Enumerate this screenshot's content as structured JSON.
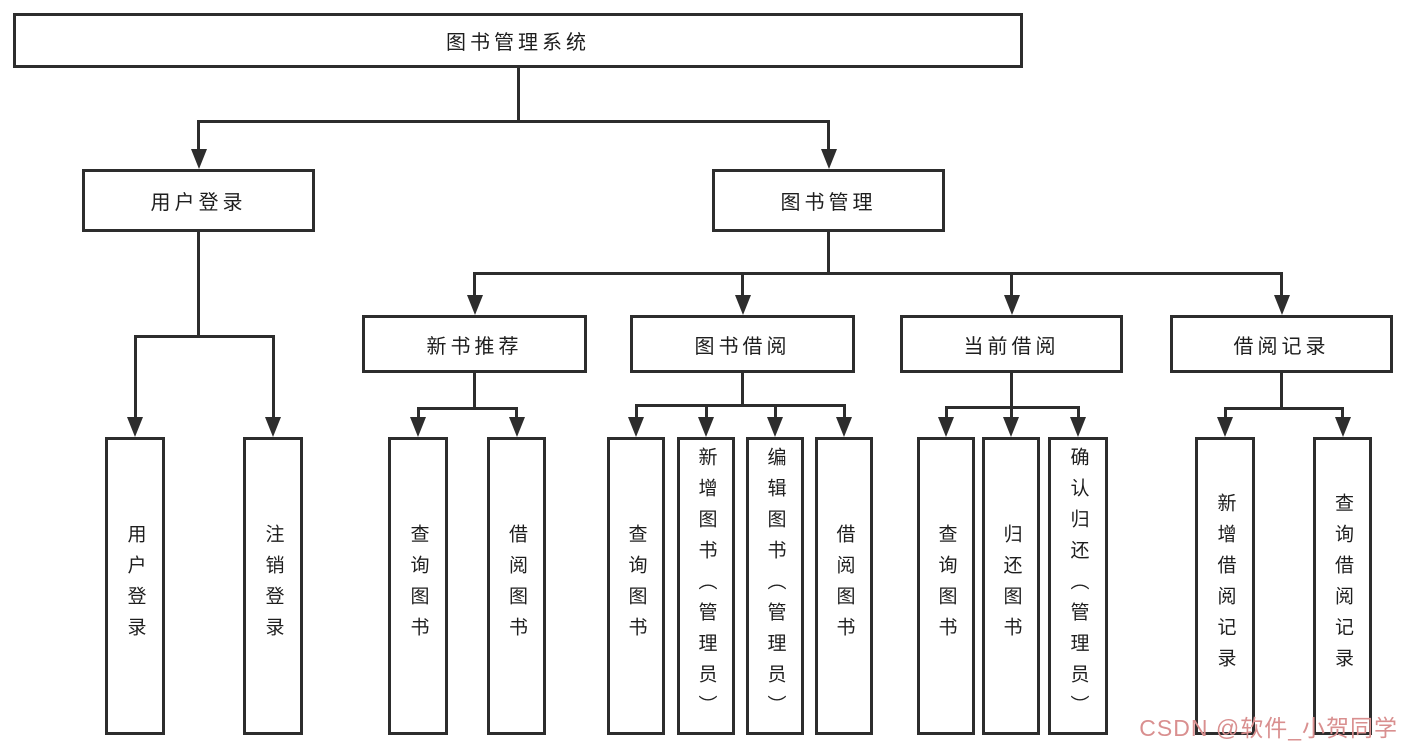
{
  "diagram": {
    "title": "图书管理系统",
    "watermark": "CSDN @软件_小贺同学",
    "colors": {
      "line": "#2d2d2d",
      "text": "#1e1e1e",
      "background": "#ffffff",
      "watermark": "#d98f8f"
    },
    "nodes": [
      {
        "id": "root",
        "label": "图书管理系统"
      },
      {
        "id": "user-login",
        "label": "用户登录"
      },
      {
        "id": "book-mgmt",
        "label": "图书管理"
      },
      {
        "id": "new-book-rec",
        "label": "新书推荐"
      },
      {
        "id": "book-borrow",
        "label": "图书借阅"
      },
      {
        "id": "current-borrow",
        "label": "当前借阅"
      },
      {
        "id": "borrow-records",
        "label": "借阅记录"
      },
      {
        "id": "login-leaf",
        "label": "用户登录"
      },
      {
        "id": "logout-leaf",
        "label": "注销登录"
      },
      {
        "id": "query-books-1",
        "label": "查询图书"
      },
      {
        "id": "borrow-books-1",
        "label": "借阅图书"
      },
      {
        "id": "query-books-2",
        "label": "查询图书"
      },
      {
        "id": "add-books",
        "label": "新增图书（管理员）"
      },
      {
        "id": "edit-books",
        "label": "编辑图书（管理员）"
      },
      {
        "id": "borrow-books-2",
        "label": "借阅图书"
      },
      {
        "id": "query-books-3",
        "label": "查询图书"
      },
      {
        "id": "return-books",
        "label": "归还图书"
      },
      {
        "id": "confirm-return",
        "label": "确认归还（管理员）"
      },
      {
        "id": "add-record",
        "label": "新增借阅记录"
      },
      {
        "id": "query-record",
        "label": "查询借阅记录"
      }
    ],
    "edges": [
      {
        "from": "root",
        "to": [
          "user-login",
          "book-mgmt"
        ]
      },
      {
        "from": "user-login",
        "to": [
          "login-leaf",
          "logout-leaf"
        ]
      },
      {
        "from": "book-mgmt",
        "to": [
          "new-book-rec",
          "book-borrow",
          "current-borrow",
          "borrow-records"
        ]
      },
      {
        "from": "new-book-rec",
        "to": [
          "query-books-1",
          "borrow-books-1"
        ]
      },
      {
        "from": "book-borrow",
        "to": [
          "query-books-2",
          "add-books",
          "edit-books",
          "borrow-books-2"
        ]
      },
      {
        "from": "current-borrow",
        "to": [
          "query-books-3",
          "return-books",
          "confirm-return"
        ]
      },
      {
        "from": "borrow-records",
        "to": [
          "add-record",
          "query-record"
        ]
      }
    ]
  }
}
